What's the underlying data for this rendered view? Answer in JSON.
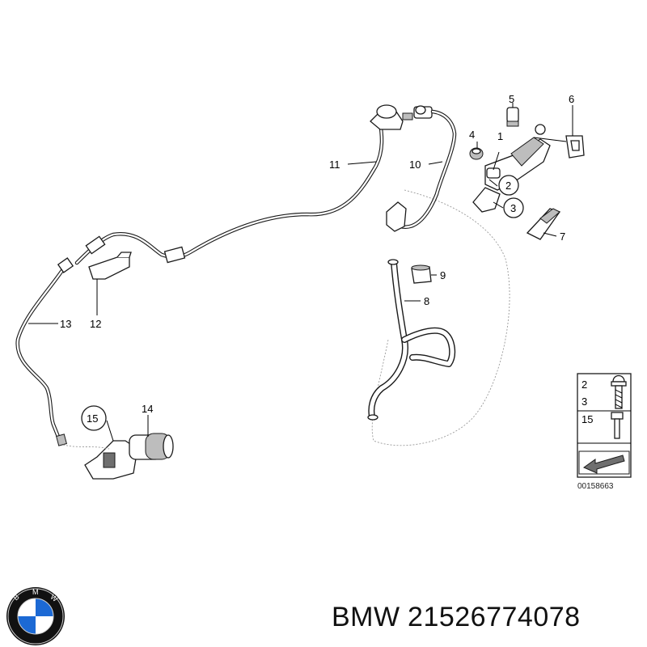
{
  "diagram": {
    "callouts": [
      "1",
      "2",
      "3",
      "4",
      "5",
      "6",
      "7",
      "8",
      "9",
      "10",
      "11",
      "12",
      "13",
      "14",
      "15"
    ],
    "legend": {
      "rows": [
        "2",
        "3",
        "15"
      ]
    },
    "drawing_id": "00158663"
  },
  "caption": {
    "brand": "BMW",
    "part_number": "21526774078"
  },
  "logo": {
    "letters": "BMW",
    "colors": {
      "blue": "#1c69d4",
      "white": "#ffffff",
      "ring": "#111111"
    }
  }
}
